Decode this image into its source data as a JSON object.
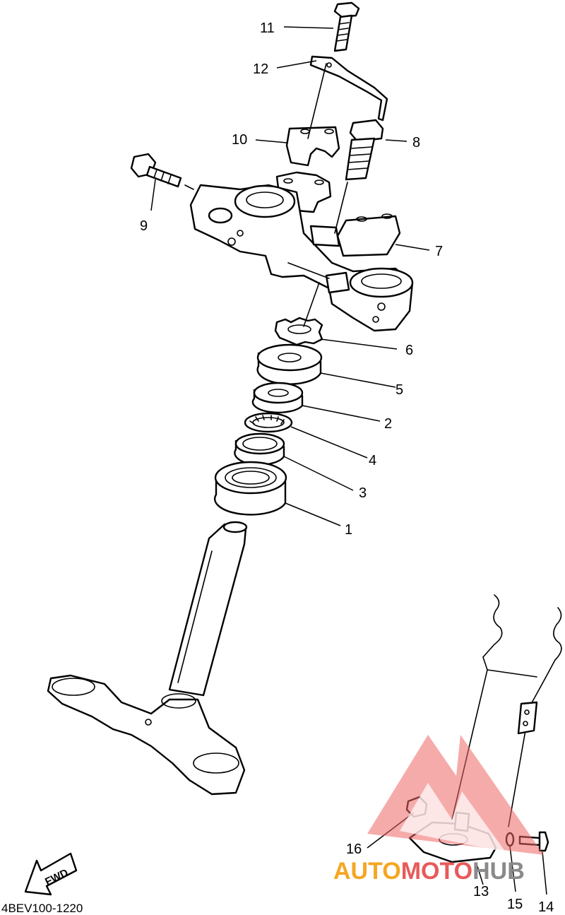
{
  "diagram": {
    "code": "4BEV100-1220",
    "fwd_label": "FWD",
    "callouts": [
      {
        "id": "c11",
        "text": "11"
      },
      {
        "id": "c12",
        "text": "12"
      },
      {
        "id": "c10",
        "text": "10"
      },
      {
        "id": "c8",
        "text": "8"
      },
      {
        "id": "c9",
        "text": "9"
      },
      {
        "id": "c7",
        "text": "7"
      },
      {
        "id": "c6",
        "text": "6"
      },
      {
        "id": "c5",
        "text": "5"
      },
      {
        "id": "c2",
        "text": "2"
      },
      {
        "id": "c4",
        "text": "4"
      },
      {
        "id": "c3",
        "text": "3"
      },
      {
        "id": "c1",
        "text": "1"
      },
      {
        "id": "c16",
        "text": "16"
      },
      {
        "id": "c13",
        "text": "13"
      },
      {
        "id": "c15",
        "text": "15"
      },
      {
        "id": "c14",
        "text": "14"
      }
    ]
  },
  "watermark": {
    "part1": "AUTO",
    "part2": "MOTO",
    "part3": "HUB",
    "colors": {
      "auto": "#f5a623",
      "moto": "#e85a5a",
      "hub": "#8a8a8a"
    }
  }
}
